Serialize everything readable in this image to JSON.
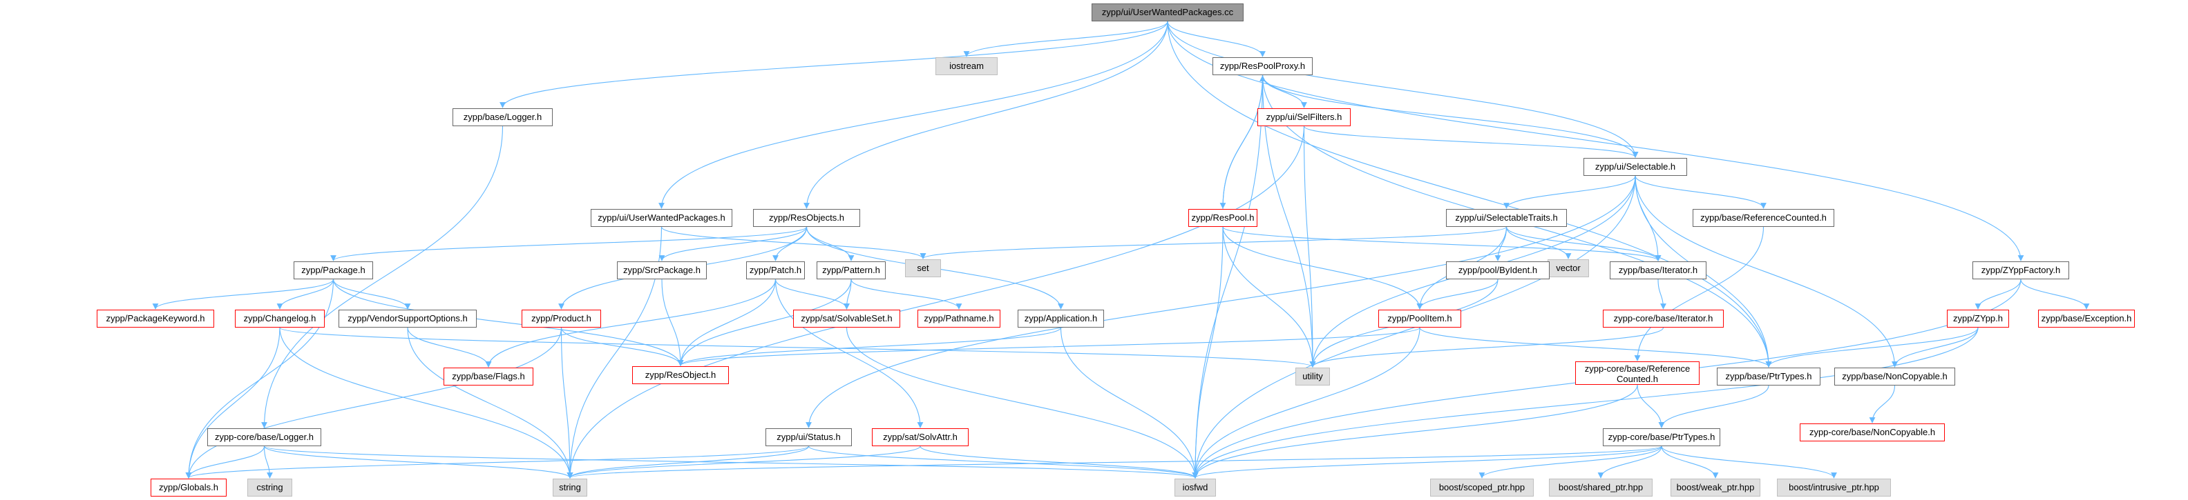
{
  "diagram": {
    "colors": {
      "edge": "#63b8ff",
      "root_fill": "#999999",
      "external_fill": "#e0e0e0",
      "missing_border": "#ff0000",
      "node_border": "#666666"
    },
    "nodes": [
      {
        "id": "root",
        "label": "zypp/ui/UserWantedPackages.cc",
        "kind": "root"
      },
      {
        "id": "iostream",
        "label": "iostream",
        "kind": "ext"
      },
      {
        "id": "respoolproxy",
        "label": "zypp/ResPoolProxy.h",
        "kind": "doc"
      },
      {
        "id": "baselogger",
        "label": "zypp/base/Logger.h",
        "kind": "doc"
      },
      {
        "id": "selfilters",
        "label": "zypp/ui/SelFilters.h",
        "kind": "red"
      },
      {
        "id": "selectable",
        "label": "zypp/ui/Selectable.h",
        "kind": "doc"
      },
      {
        "id": "uwp",
        "label": "zypp/ui/UserWantedPackages.h",
        "kind": "doc"
      },
      {
        "id": "resobjects",
        "label": "zypp/ResObjects.h",
        "kind": "doc"
      },
      {
        "id": "respool",
        "label": "zypp/ResPool.h",
        "kind": "red"
      },
      {
        "id": "seltraits",
        "label": "zypp/ui/SelectableTraits.h",
        "kind": "doc"
      },
      {
        "id": "refcounted",
        "label": "zypp/base/ReferenceCounted.h",
        "kind": "doc"
      },
      {
        "id": "zyppfactory",
        "label": "zypp/ZYppFactory.h",
        "kind": "doc"
      },
      {
        "id": "set",
        "label": "set",
        "kind": "ext"
      },
      {
        "id": "package",
        "label": "zypp/Package.h",
        "kind": "doc"
      },
      {
        "id": "srcpackage",
        "label": "zypp/SrcPackage.h",
        "kind": "doc"
      },
      {
        "id": "patch",
        "label": "zypp/Patch.h",
        "kind": "doc"
      },
      {
        "id": "pattern",
        "label": "zypp/Pattern.h",
        "kind": "doc"
      },
      {
        "id": "vector",
        "label": "vector",
        "kind": "ext"
      },
      {
        "id": "poolbyident",
        "label": "zypp/pool/ByIdent.h",
        "kind": "doc"
      },
      {
        "id": "baseiterator",
        "label": "zypp/base/Iterator.h",
        "kind": "doc"
      },
      {
        "id": "zypp",
        "label": "zypp/ZYpp.h",
        "kind": "red"
      },
      {
        "id": "baseexception",
        "label": "zypp/base/Exception.h",
        "kind": "red"
      },
      {
        "id": "pkgkeyword",
        "label": "zypp/PackageKeyword.h",
        "kind": "red"
      },
      {
        "id": "changelog",
        "label": "zypp/Changelog.h",
        "kind": "red"
      },
      {
        "id": "vendorsupport",
        "label": "zypp/VendorSupportOptions.h",
        "kind": "doc"
      },
      {
        "id": "product",
        "label": "zypp/Product.h",
        "kind": "red"
      },
      {
        "id": "solvableset",
        "label": "zypp/sat/SolvableSet.h",
        "kind": "red"
      },
      {
        "id": "pathname",
        "label": "zypp/Pathname.h",
        "kind": "red"
      },
      {
        "id": "application",
        "label": "zypp/Application.h",
        "kind": "doc"
      },
      {
        "id": "poolitem",
        "label": "zypp/PoolItem.h",
        "kind": "red"
      },
      {
        "id": "coreiterator",
        "label": "zypp-core/base/Iterator.h",
        "kind": "red"
      },
      {
        "id": "baseflags",
        "label": "zypp/base/Flags.h",
        "kind": "red"
      },
      {
        "id": "resobject",
        "label": "zypp/ResObject.h",
        "kind": "red"
      },
      {
        "id": "utility",
        "label": "utility",
        "kind": "ext"
      },
      {
        "id": "corerefcounted",
        "label": "zypp-core/base/Reference\nCounted.h",
        "kind": "red"
      },
      {
        "id": "baseptrtypes",
        "label": "zypp/base/PtrTypes.h",
        "kind": "doc"
      },
      {
        "id": "noncopyable",
        "label": "zypp/base/NonCopyable.h",
        "kind": "doc"
      },
      {
        "id": "corenoncopyable",
        "label": "zypp-core/base/NonCopyable.h",
        "kind": "red"
      },
      {
        "id": "corelogger",
        "label": "zypp-core/base/Logger.h",
        "kind": "doc"
      },
      {
        "id": "uistatus",
        "label": "zypp/ui/Status.h",
        "kind": "doc"
      },
      {
        "id": "solvattr",
        "label": "zypp/sat/SolvAttr.h",
        "kind": "red"
      },
      {
        "id": "coreptrtypes",
        "label": "zypp-core/base/PtrTypes.h",
        "kind": "doc"
      },
      {
        "id": "globals",
        "label": "zypp/Globals.h",
        "kind": "red"
      },
      {
        "id": "cstring",
        "label": "cstring",
        "kind": "ext"
      },
      {
        "id": "string",
        "label": "string",
        "kind": "ext"
      },
      {
        "id": "iosfwd",
        "label": "iosfwd",
        "kind": "ext"
      },
      {
        "id": "scopedptr",
        "label": "boost/scoped_ptr.hpp",
        "kind": "ext"
      },
      {
        "id": "sharedptr",
        "label": "boost/shared_ptr.hpp",
        "kind": "ext"
      },
      {
        "id": "weakptr",
        "label": "boost/weak_ptr.hpp",
        "kind": "ext"
      },
      {
        "id": "intrusiveptr",
        "label": "boost/intrusive_ptr.hpp",
        "kind": "ext"
      }
    ],
    "edges": [
      [
        "root",
        "iostream"
      ],
      [
        "root",
        "respoolproxy"
      ],
      [
        "root",
        "baselogger"
      ],
      [
        "root",
        "selectable"
      ],
      [
        "root",
        "uwp"
      ],
      [
        "root",
        "resobjects"
      ],
      [
        "root",
        "zyppfactory"
      ],
      [
        "root",
        "baseptrtypes"
      ],
      [
        "respoolproxy",
        "respool"
      ],
      [
        "respoolproxy",
        "selfilters"
      ],
      [
        "respoolproxy",
        "selectable"
      ],
      [
        "respoolproxy",
        "baseptrtypes"
      ],
      [
        "respoolproxy",
        "iosfwd"
      ],
      [
        "respoolproxy",
        "utility"
      ],
      [
        "selfilters",
        "selectable"
      ],
      [
        "selfilters",
        "utility"
      ],
      [
        "selfilters",
        "string"
      ],
      [
        "respool",
        "respoolproxy"
      ],
      [
        "respool",
        "poolitem"
      ],
      [
        "respool",
        "baseiterator"
      ],
      [
        "respool",
        "iosfwd"
      ],
      [
        "respool",
        "utility"
      ],
      [
        "baselogger",
        "corelogger"
      ],
      [
        "selectable",
        "seltraits"
      ],
      [
        "selectable",
        "refcounted"
      ],
      [
        "selectable",
        "baseiterator"
      ],
      [
        "selectable",
        "noncopyable"
      ],
      [
        "selectable",
        "baseptrtypes"
      ],
      [
        "selectable",
        "uistatus"
      ],
      [
        "selectable",
        "iosfwd"
      ],
      [
        "selectable",
        "utility"
      ],
      [
        "uwp",
        "set"
      ],
      [
        "uwp",
        "string"
      ],
      [
        "resobjects",
        "package"
      ],
      [
        "resobjects",
        "srcpackage"
      ],
      [
        "resobjects",
        "patch"
      ],
      [
        "resobjects",
        "pattern"
      ],
      [
        "resobjects",
        "product"
      ],
      [
        "resobjects",
        "application"
      ],
      [
        "seltraits",
        "set"
      ],
      [
        "seltraits",
        "vector"
      ],
      [
        "seltraits",
        "poolbyident"
      ],
      [
        "seltraits",
        "baseiterator"
      ],
      [
        "seltraits",
        "poolitem"
      ],
      [
        "refcounted",
        "corerefcounted"
      ],
      [
        "zyppfactory",
        "zypp"
      ],
      [
        "zyppfactory",
        "baseexception"
      ],
      [
        "zyppfactory",
        "iosfwd"
      ],
      [
        "package",
        "pkgkeyword"
      ],
      [
        "package",
        "changelog"
      ],
      [
        "package",
        "vendorsupport"
      ],
      [
        "package",
        "resobject"
      ],
      [
        "package",
        "globals"
      ],
      [
        "srcpackage",
        "resobject"
      ],
      [
        "patch",
        "solvableset"
      ],
      [
        "patch",
        "resobject"
      ],
      [
        "patch",
        "solvattr"
      ],
      [
        "patch",
        "baseflags"
      ],
      [
        "pattern",
        "pathname"
      ],
      [
        "pattern",
        "solvableset"
      ],
      [
        "pattern",
        "resobject"
      ],
      [
        "poolbyident",
        "poolitem"
      ],
      [
        "poolbyident",
        "utility"
      ],
      [
        "baseiterator",
        "coreiterator"
      ],
      [
        "zypp",
        "baseptrtypes"
      ],
      [
        "zypp",
        "noncopyable"
      ],
      [
        "zypp",
        "iosfwd"
      ],
      [
        "changelog",
        "globals"
      ],
      [
        "changelog",
        "string"
      ],
      [
        "changelog",
        "utility"
      ],
      [
        "vendorsupport",
        "baseflags"
      ],
      [
        "vendorsupport",
        "string"
      ],
      [
        "product",
        "resobject"
      ],
      [
        "product",
        "string"
      ],
      [
        "product",
        "globals"
      ],
      [
        "solvableset",
        "iosfwd"
      ],
      [
        "application",
        "resobject"
      ],
      [
        "application",
        "iosfwd"
      ],
      [
        "poolitem",
        "resobject"
      ],
      [
        "poolitem",
        "baseptrtypes"
      ],
      [
        "poolitem",
        "iosfwd"
      ],
      [
        "coreiterator",
        "utility"
      ],
      [
        "noncopyable",
        "corenoncopyable"
      ],
      [
        "corerefcounted",
        "coreptrtypes"
      ],
      [
        "corerefcounted",
        "iosfwd"
      ],
      [
        "baseptrtypes",
        "coreptrtypes"
      ],
      [
        "corelogger",
        "globals"
      ],
      [
        "corelogger",
        "cstring"
      ],
      [
        "corelogger",
        "string"
      ],
      [
        "corelogger",
        "iosfwd"
      ],
      [
        "uistatus",
        "globals"
      ],
      [
        "uistatus",
        "string"
      ],
      [
        "uistatus",
        "iosfwd"
      ],
      [
        "solvattr",
        "string"
      ],
      [
        "solvattr",
        "iosfwd"
      ],
      [
        "coreptrtypes",
        "string"
      ],
      [
        "coreptrtypes",
        "iosfwd"
      ],
      [
        "coreptrtypes",
        "scopedptr"
      ],
      [
        "coreptrtypes",
        "sharedptr"
      ],
      [
        "coreptrtypes",
        "weakptr"
      ],
      [
        "coreptrtypes",
        "intrusiveptr"
      ]
    ]
  }
}
